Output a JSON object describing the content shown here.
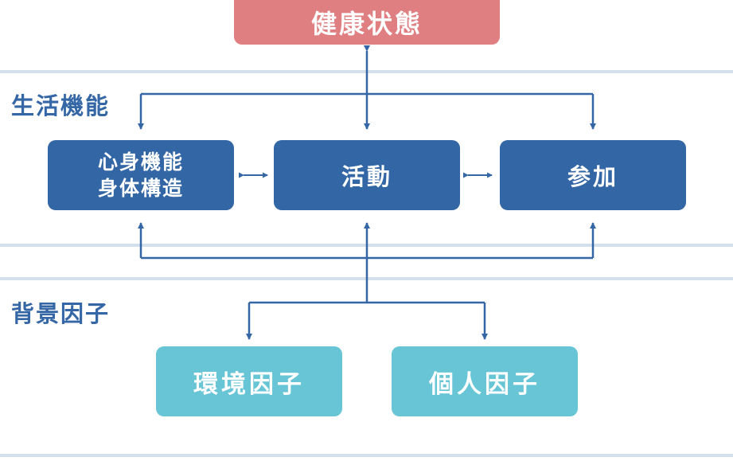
{
  "health": {
    "label": "健康状態",
    "color": "#e07f82"
  },
  "functioning": {
    "label": "生活機能",
    "boxes": {
      "body": {
        "line1": "心身機能",
        "line2": "身体構造"
      },
      "activity": {
        "label": "活動"
      },
      "participation": {
        "label": "参加"
      }
    },
    "color": "#3366a5"
  },
  "context": {
    "label": "背景因子",
    "boxes": {
      "environmental": {
        "label": "環境因子"
      },
      "personal": {
        "label": "個人因子"
      }
    },
    "color": "#67c5d6"
  },
  "colors": {
    "connector": "#3567a6",
    "region_border": "#d5e0ed",
    "region_label": "#3567a6"
  }
}
